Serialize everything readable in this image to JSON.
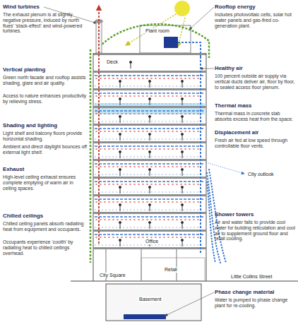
{
  "diagram": {
    "labels": [
      "Wind turbines",
      "The exhaust plenum is at slightly negative pressure, induced by north flues' 'stack-effect' and wind-powered turbines.",
      "Vertical planting",
      "Green north facade and rooftop assists shading, glare and air quality.",
      "Access to nature enhances productivity by relieving stress.",
      "Shading and lighting",
      "Light shelf and balcony floors provide horizontal shading.",
      "Ambient and direct daylight bounces off external light shelf.",
      "Exhaust",
      "High-level ceiling exhaust ensures complete emptying of warm air in ceiling spaces.",
      "Chilled ceilings",
      "Chilled ceiling panels absorb radiating heat from equipment and occupants.",
      "Occupants experience 'coolth' by radiating heat to chilled ceilings overhead.",
      "Rooftop energy",
      "Includes photovoltaic cells, solar hot water panels and gas-fired co-generation plant.",
      "Healthy air",
      "100 percent outside air supply via vertical ducts deliver air, floor by floor, to sealed access floor plenum.",
      "Thermal mass",
      "Thermal mass in concrete slab absorbs excess heat from the space.",
      "Displacement air",
      "Fresh air fed at low speed through controllable floor vents.",
      "City outlook",
      "Shower towers",
      "Air and water falls to provide cool water for building reticulation and cool air to supplement ground floor and retail cooling.",
      "Phase change material",
      "Water is pumped to phase change plant for re-cooling.",
      "Plant room",
      "Deck",
      "Office",
      "Retail",
      "City Square",
      "Little Collins Street",
      "Basement"
    ]
  }
}
